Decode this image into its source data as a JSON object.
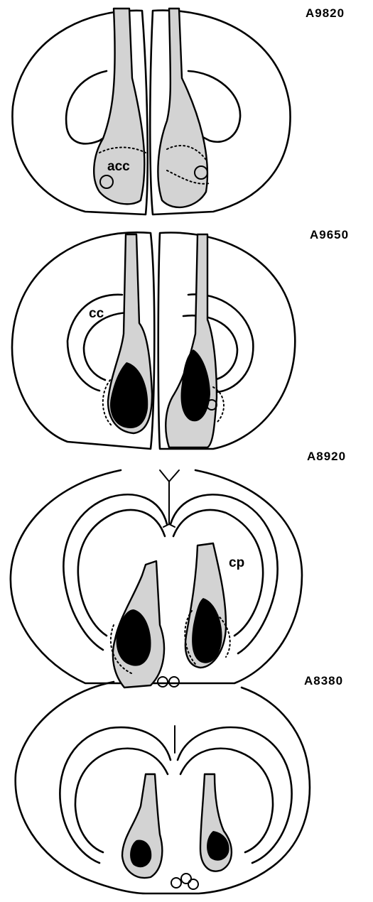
{
  "sections": [
    {
      "label": "A9820",
      "regions": [
        "acc"
      ]
    },
    {
      "label": "A9650",
      "regions": [
        "cc"
      ]
    },
    {
      "label": "A8920",
      "regions": [
        "cp"
      ]
    },
    {
      "label": "A8380",
      "regions": []
    }
  ],
  "colors": {
    "outline": "#000000",
    "shading": "#d3d3d3",
    "dense": "#000000",
    "background": "#ffffff"
  }
}
